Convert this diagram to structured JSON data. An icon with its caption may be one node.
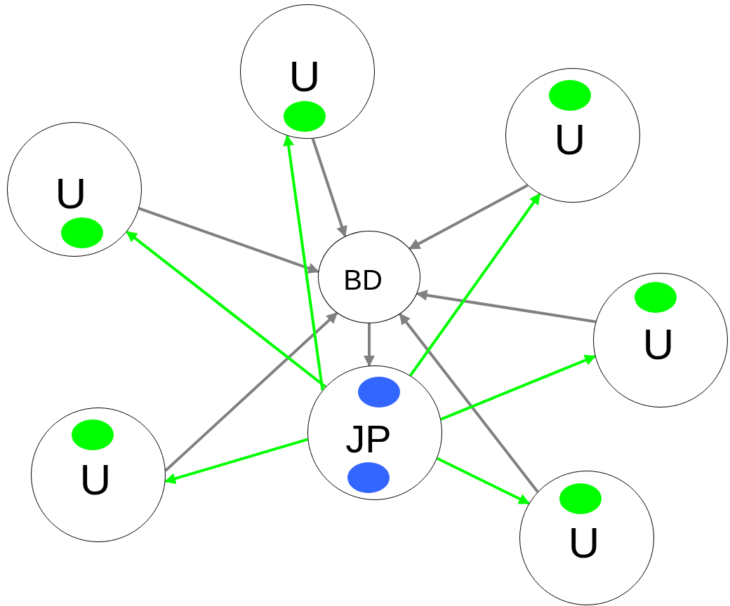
{
  "diagram": {
    "nodes": [
      {
        "text": [
          "U"
        ]
      },
      {
        "text": [
          "U"
        ]
      },
      {
        "text": [
          "U"
        ]
      },
      {
        "text": [
          "BD"
        ]
      },
      {
        "text": [
          "U"
        ]
      },
      {
        "text": [
          "JP"
        ]
      },
      {
        "text": [
          "U"
        ]
      },
      {
        "text": [
          "U"
        ]
      }
    ],
    "edges": [
      {
        "from": 0,
        "to": 3,
        "arrow": "to"
      },
      {
        "from": 1,
        "to": 3,
        "arrow": "to"
      },
      {
        "from": 2,
        "to": 3,
        "arrow": "to"
      },
      {
        "from": 4,
        "to": 3,
        "arrow": "to"
      },
      {
        "from": 6,
        "to": 3,
        "arrow": "to"
      },
      {
        "from": 7,
        "to": 3,
        "arrow": "to"
      },
      {
        "from": 3,
        "to": 5,
        "arrow": "to"
      },
      {
        "from": 5,
        "to": 0,
        "arrow": "to",
        "color": "#00ff00"
      },
      {
        "from": 5,
        "to": 1,
        "arrow": "to",
        "color": "#00ff00"
      },
      {
        "from": 5,
        "to": 2,
        "arrow": "to",
        "color": "#00ff00"
      },
      {
        "from": 5,
        "to": 4,
        "arrow": "to",
        "color": "#00ff00"
      },
      {
        "from": 5,
        "to": 6,
        "arrow": "to",
        "color": "#00ff00"
      },
      {
        "from": 5,
        "to": 7,
        "arrow": "to",
        "color": "#00ff00"
      }
    ]
  }
}
